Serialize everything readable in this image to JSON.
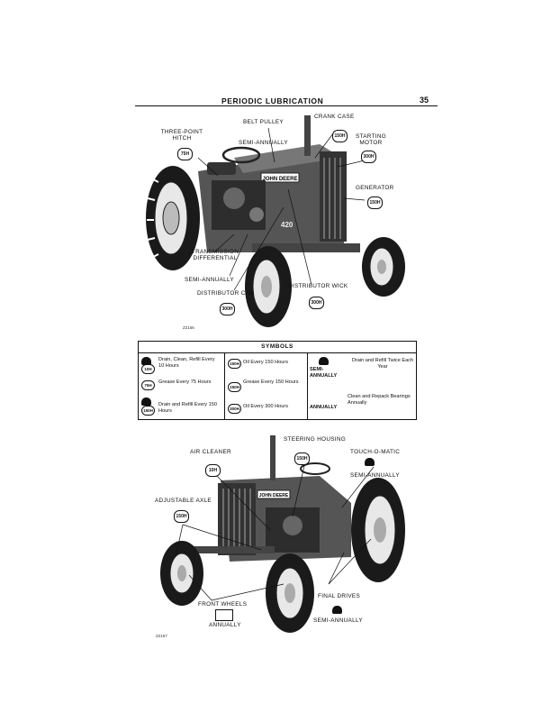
{
  "header": {
    "title": "PERIODIC LUBRICATION",
    "page_number": "35"
  },
  "figure1": {
    "labels": {
      "crank_case": "CRANK CASE",
      "belt_pulley": "BELT PULLEY",
      "belt_pulley_freq": "SEMI-ANNUALLY",
      "three_point_hitch": "THREE-POINT HITCH",
      "starting_motor": "STARTING MOTOR",
      "generator": "GENERATOR",
      "transmission": "TRANSMISSION DIFFERENTIAL",
      "semi_annually": "SEMI-ANNUALLY",
      "distributor_cam": "DISTRIBUTOR CAM",
      "distributor_wick": "DISTRIBUTOR WICK",
      "brand": "JOHN DEERE",
      "model": "420"
    },
    "badges": {
      "crank_case": "150H",
      "three_point_hitch": "75H",
      "starting_motor": "300H",
      "generator": "150H",
      "distributor_cam": "300H",
      "distributor_wick": "300H"
    },
    "figure_id": "Z2156"
  },
  "symbols": {
    "title": "SYMBOLS",
    "col1": [
      {
        "badge": "10H",
        "text": "Drain, Clean, Refill Every 10 Hours"
      },
      {
        "badge": "75H",
        "text": "Grease Every 75 Hours"
      },
      {
        "badge": "150H",
        "text": "Drain and Refill Every 150 Hours"
      }
    ],
    "col2": [
      {
        "badge": "150H",
        "text": "Oil Every 150 Hours"
      },
      {
        "badge": "150H",
        "text": "Grease Every 150 Hours"
      },
      {
        "badge": "300H",
        "text": "Oil Every 300 Hours"
      }
    ],
    "col3": [
      {
        "badge": "SEMI-ANNUALLY",
        "text": "Drain and Refill Twice Each Year"
      },
      {
        "badge": "ANNUALLY",
        "text": "Clean and Repack Bearings Annually"
      }
    ]
  },
  "figure2": {
    "labels": {
      "steering_housing": "STEERING HOUSING",
      "air_cleaner": "AIR CLEANER",
      "touch_o_matic": "TOUCH-O-MATIC",
      "semi_annually_1": "SEMI-ANNUALLY",
      "adjustable_axle": "ADJUSTABLE AXLE",
      "front_wheels": "FRONT WHEELS",
      "annually": "ANNUALLY",
      "final_drives": "FINAL DRIVES",
      "semi_annually_2": "SEMI-ANNUALLY",
      "brand": "JOHN DEERE"
    },
    "badges": {
      "steering_housing": "150H",
      "air_cleaner": "10H",
      "adjustable_axle": "150H"
    },
    "figure_id": "Z2157"
  }
}
